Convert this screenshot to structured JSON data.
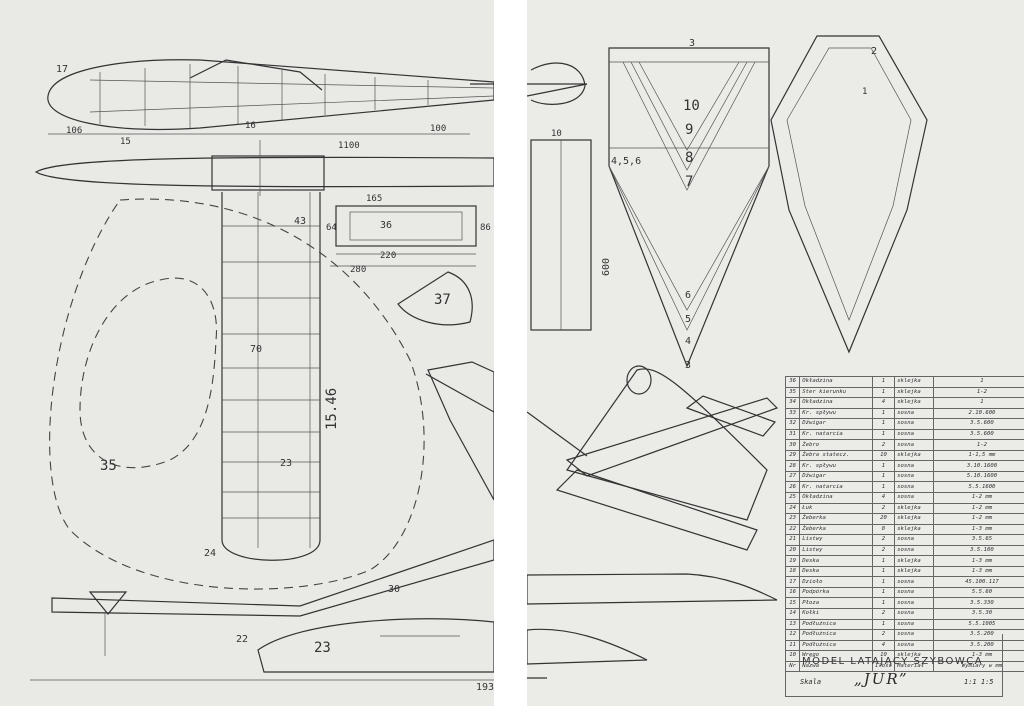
{
  "left_sheet": {
    "dimensions": {
      "d1100": "1100",
      "d165": "165",
      "d64": "64",
      "d86": "86",
      "d220": "220",
      "d280": "280",
      "d70": "70",
      "d1546": "15.46",
      "d193": "193",
      "d106": "106",
      "d15": "15",
      "d100": "100"
    },
    "part_labels": {
      "p37": "37",
      "p36": "36",
      "p35": "35",
      "p24": "24",
      "p22": "22",
      "p23": "23",
      "p30": "30",
      "p17": "17",
      "p16": "16",
      "p43": "43",
      "p23b": "23"
    }
  },
  "right_sheet": {
    "part_labels": {
      "p3": "3",
      "p2": "2",
      "p1": "1",
      "p10": "10",
      "p9": "9",
      "p8": "8",
      "p7": "7",
      "p456": "4,5,6",
      "p6": "6",
      "p5": "5",
      "p4": "4",
      "p3b": "3"
    },
    "dimensions": {
      "d600": "600",
      "d10": "10"
    }
  },
  "parts_list": [
    {
      "no": "36",
      "name": "Okładzina",
      "qty": "1",
      "material": "sklejka",
      "dims": "1"
    },
    {
      "no": "35",
      "name": "Ster kierunku",
      "qty": "1",
      "material": "sklejka",
      "dims": "1-2"
    },
    {
      "no": "34",
      "name": "Okładzina",
      "qty": "4",
      "material": "sklejka",
      "dims": "1"
    },
    {
      "no": "33",
      "name": "Kr. spływu",
      "qty": "1",
      "material": "sosna",
      "dims": "2.10.600"
    },
    {
      "no": "32",
      "name": "Dźwigar",
      "qty": "1",
      "material": "sosna",
      "dims": "3.5.600"
    },
    {
      "no": "31",
      "name": "Kr. natarcia",
      "qty": "1",
      "material": "sosna",
      "dims": "3.5.600"
    },
    {
      "no": "30",
      "name": "Żebro",
      "qty": "2",
      "material": "sosna",
      "dims": "1-2"
    },
    {
      "no": "29",
      "name": "Żebra statecz.",
      "qty": "10",
      "material": "sklejka",
      "dims": "1-1,5 mm"
    },
    {
      "no": "28",
      "name": "Kr. spływu",
      "qty": "1",
      "material": "sosna",
      "dims": "3.10.1600"
    },
    {
      "no": "27",
      "name": "Dźwigar",
      "qty": "1",
      "material": "sosna",
      "dims": "5.10.1600"
    },
    {
      "no": "26",
      "name": "Kr. natarcia",
      "qty": "1",
      "material": "sosna",
      "dims": "5.5.1600"
    },
    {
      "no": "25",
      "name": "Okładzina",
      "qty": "4",
      "material": "sosna",
      "dims": "1-2 mm"
    },
    {
      "no": "24",
      "name": "Łuk",
      "qty": "2",
      "material": "sklejka",
      "dims": "1-2 mm"
    },
    {
      "no": "23",
      "name": "Żeberka",
      "qty": "20",
      "material": "sklejka",
      "dims": "1-2 mm"
    },
    {
      "no": "22",
      "name": "Żeberka",
      "qty": "8",
      "material": "sklejka",
      "dims": "1-3 mm"
    },
    {
      "no": "21",
      "name": "Listwy",
      "qty": "2",
      "material": "sosna",
      "dims": "3.5.65"
    },
    {
      "no": "20",
      "name": "Listwy",
      "qty": "2",
      "material": "sosna",
      "dims": "3.5.100"
    },
    {
      "no": "19",
      "name": "Deska",
      "qty": "1",
      "material": "sklejka",
      "dims": "1-3 mm"
    },
    {
      "no": "18",
      "name": "Deska",
      "qty": "1",
      "material": "sklejka",
      "dims": "1-3 mm"
    },
    {
      "no": "17",
      "name": "Dzioło",
      "qty": "1",
      "material": "sosna",
      "dims": "45.100.117"
    },
    {
      "no": "16",
      "name": "Podpórka",
      "qty": "1",
      "material": "sosna",
      "dims": "5.5.60"
    },
    {
      "no": "15",
      "name": "Płoza",
      "qty": "1",
      "material": "sosna",
      "dims": "3.5.330"
    },
    {
      "no": "14",
      "name": "Kołki",
      "qty": "2",
      "material": "sosna",
      "dims": "3.5.30"
    },
    {
      "no": "13",
      "name": "Podłużnica",
      "qty": "1",
      "material": "sosna",
      "dims": "5.5.1005"
    },
    {
      "no": "12",
      "name": "Podłużnica",
      "qty": "2",
      "material": "sosna",
      "dims": "3.5.200"
    },
    {
      "no": "11",
      "name": "Podłużnica",
      "qty": "4",
      "material": "sosna",
      "dims": "3.5.200"
    },
    {
      "no": "10",
      "name": "Wręgo",
      "qty": "10",
      "material": "sklejka",
      "dims": "1-3 mm"
    },
    {
      "no": "Nr",
      "name": "Nazwa",
      "qty": "Ilość",
      "material": "Materiał",
      "dims": "Wymiary w mm"
    }
  ],
  "title_block": {
    "title": "MODEL LATAJĄCY SZYBOWCA",
    "scale_label": "Skala",
    "model_name": "„JUR”",
    "scale": "1:1  1:5"
  }
}
